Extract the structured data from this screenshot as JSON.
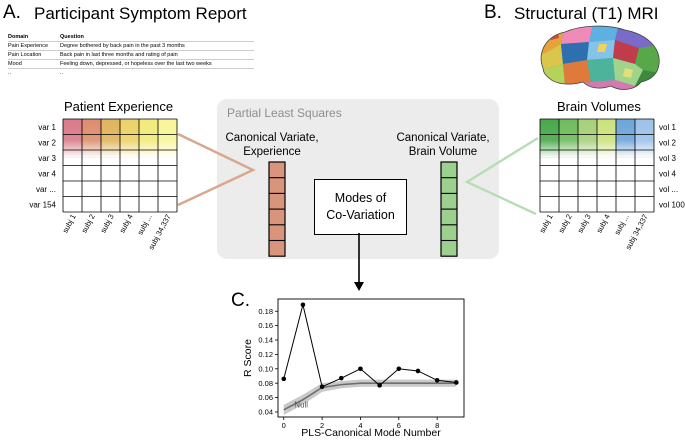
{
  "panel_a": {
    "letter": "A.",
    "title": "Participant Symptom Report",
    "table_headers": [
      "Domain",
      "Question"
    ],
    "table_rows": [
      [
        "Pain Experience",
        "Degree bothered by back pain in the past 3 months"
      ],
      [
        "Pain Location",
        "Back pain in last three months and rating of pain"
      ],
      [
        "Mood",
        "Feeling down, depressed, or hopeless over the last two weeks"
      ],
      [
        "..",
        ".."
      ]
    ],
    "matrix_title": "Patient Experience",
    "var_labels": [
      "var 1",
      "var 2",
      "var 3",
      "var 4",
      "var ...",
      "var 154"
    ],
    "subj_labels": [
      "subj 1",
      "subj 2",
      "subj 3",
      "subj 4",
      "subj ...",
      "subj 34,337"
    ]
  },
  "panel_b": {
    "letter": "B.",
    "title": "Structural (T1) MRI",
    "matrix_title": "Brain Volumes",
    "vol_labels": [
      "vol 1",
      "vol 2",
      "vol 3",
      "vol 4",
      "vol ...",
      "vol 100"
    ],
    "subj_labels": [
      "subj 1",
      "subj 2",
      "subj 3",
      "subj 4",
      "subj ...",
      "subj 34,337"
    ]
  },
  "pls": {
    "title": "Partial Least Squares",
    "cv_experience": "Canonical Variate,\nExperience",
    "cv_brain": "Canonical Variate,\nBrain Volume",
    "modes": "Modes of\nCo-Variation"
  },
  "colors": {
    "experience_gradient": [
      "#d97a8a",
      "#dc8e6e",
      "#e0b45c",
      "#ebd268",
      "#f2ea7a",
      "#f8f59a"
    ],
    "brain_gradient": [
      "#49a84a",
      "#6fbb5d",
      "#a6d07a",
      "#cbe27d",
      "#6ea5d9",
      "#9cc2ea"
    ],
    "cv_experience_fill": "#d9957c",
    "cv_brain_fill": "#9dcf8e",
    "connector_experience": "#d9a78c",
    "connector_brain": "#b6deb4"
  },
  "panel_c": {
    "letter": "C.",
    "chart_data": {
      "type": "line",
      "xlabel": "PLS-Canonical Mode Number",
      "ylabel": "R Score",
      "xlim": [
        -0.3,
        9.4
      ],
      "ylim": [
        0.033,
        0.197
      ],
      "xticks": [
        0,
        2,
        4,
        6,
        8
      ],
      "yticks": [
        0.04,
        0.06,
        0.08,
        0.1,
        0.12,
        0.14,
        0.16,
        0.18
      ],
      "series": [
        {
          "x": [
            0,
            1,
            2,
            3,
            4,
            5,
            6,
            7,
            8,
            9
          ],
          "values": [
            0.086,
            0.189,
            0.075,
            0.087,
            0.1,
            0.077,
            0.1,
            0.097,
            0.084,
            0.081
          ]
        },
        {
          "name": "Null",
          "x": [
            0,
            1,
            2,
            3,
            4,
            5,
            6,
            7,
            8,
            9
          ],
          "values": [
            0.043,
            0.057,
            0.074,
            0.078,
            0.08,
            0.08,
            0.08,
            0.08,
            0.08,
            0.08
          ],
          "band_low": [
            0.036,
            0.05,
            0.068,
            0.073,
            0.075,
            0.075,
            0.075,
            0.075,
            0.075,
            0.075
          ],
          "band_high": [
            0.05,
            0.064,
            0.08,
            0.083,
            0.085,
            0.085,
            0.085,
            0.085,
            0.085,
            0.085
          ]
        }
      ],
      "grid": false
    }
  }
}
